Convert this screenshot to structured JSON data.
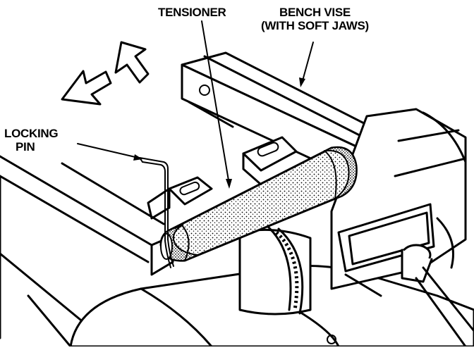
{
  "labels": {
    "tensioner": "TENSIONER",
    "bench_vise_line1": "BENCH VISE",
    "bench_vise_line2": "(WITH SOFT JAWS)",
    "locking_pin_line1": "LOCKING",
    "locking_pin_line2": "PIN"
  },
  "colors": {
    "ink": "#000000",
    "paper": "#ffffff"
  }
}
